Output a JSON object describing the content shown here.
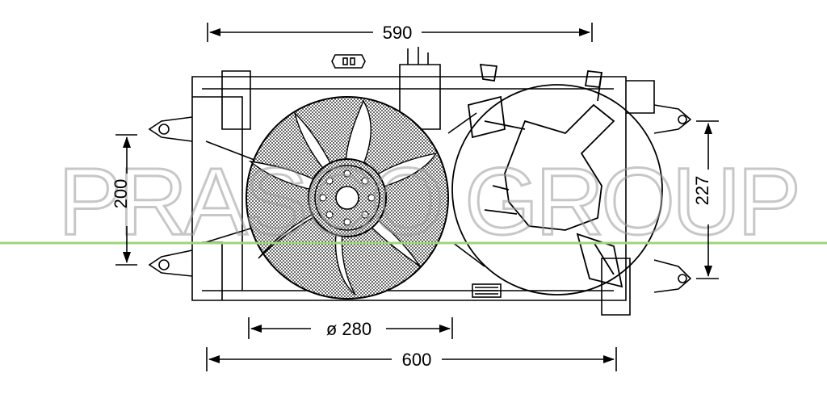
{
  "dimensions": {
    "top_width": "590",
    "bottom_width": "600",
    "fan_diameter": "ø 280",
    "left_height": "200",
    "right_height": "227"
  },
  "watermark": "PRASCO GROUP",
  "colors": {
    "line": "#000000",
    "watermark": "#9a9a9a",
    "guide_line": "#9fd47e"
  }
}
